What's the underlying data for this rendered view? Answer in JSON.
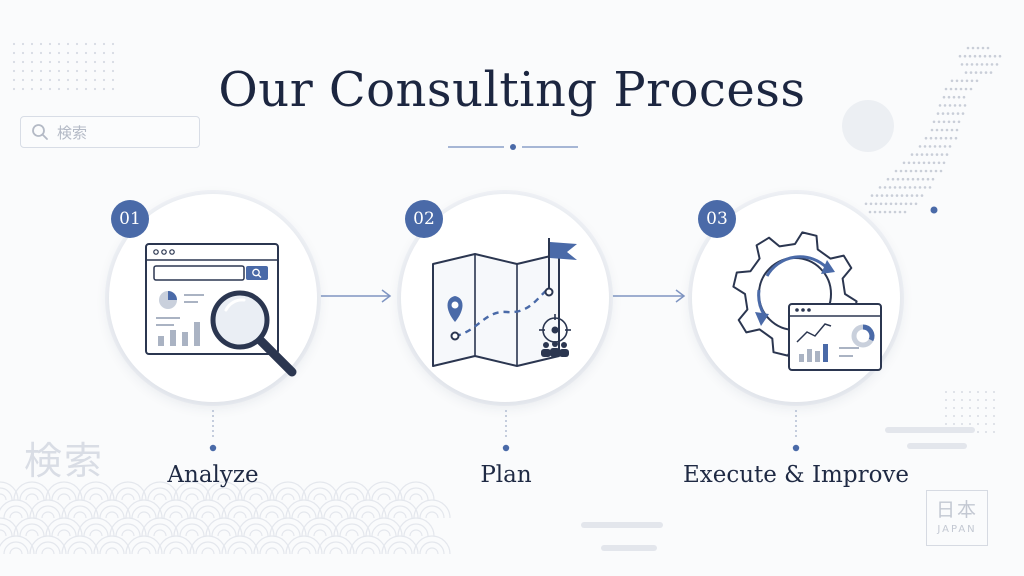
{
  "title": "Our Consulting Process",
  "search": {
    "icon": "search-icon",
    "label": "検索"
  },
  "watermark_kanji": "検索",
  "stamp": {
    "kanji": "日本",
    "english": "JAPAN"
  },
  "colors": {
    "accent": "#4a6aa8",
    "ink": "#1f2a44",
    "line": "#7f95c2"
  },
  "steps": [
    {
      "number": "01",
      "label": "Analyze",
      "icon": "browser-magnifier-icon"
    },
    {
      "number": "02",
      "label": "Plan",
      "icon": "map-flag-icon"
    },
    {
      "number": "03",
      "label": "Execute & Improve",
      "icon": "gear-cycle-dashboard-icon"
    }
  ]
}
